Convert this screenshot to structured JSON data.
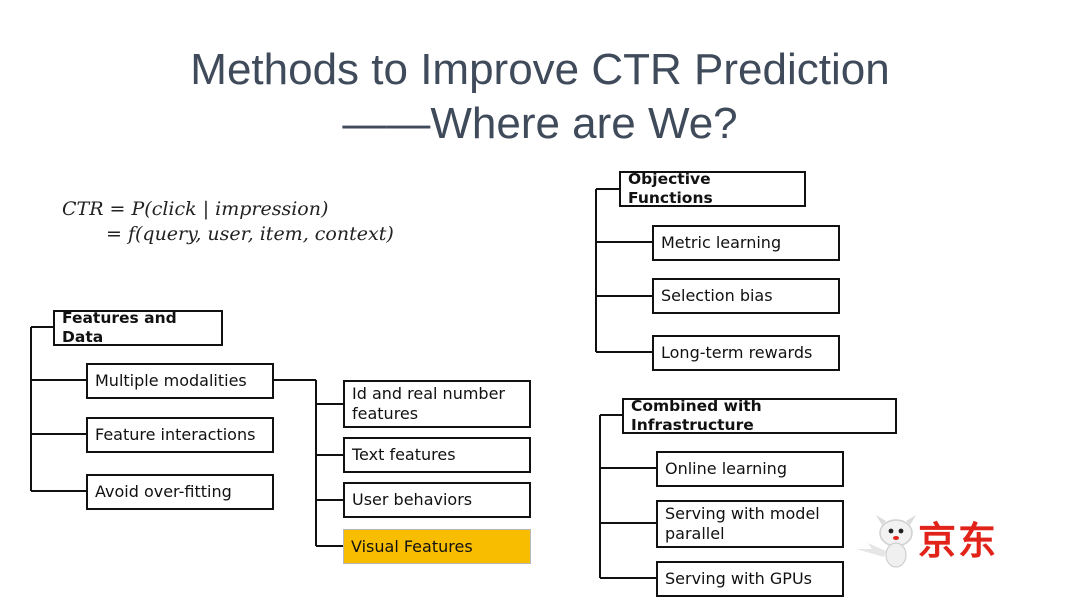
{
  "title": {
    "line1": "Methods to Improve CTR Prediction",
    "line2": "——Where are We?"
  },
  "formula": {
    "line1": "CTR = P(click | impression)",
    "line2": "= f(query, user, item, context)"
  },
  "features": {
    "header": "Features and Data",
    "items": [
      "Multiple modalities",
      "Feature interactions",
      "Avoid over-fitting"
    ],
    "modalities": [
      "Id and real number features",
      "Text features",
      "User behaviors",
      "Visual Features"
    ]
  },
  "objective": {
    "header": "Objective Functions",
    "items": [
      "Metric learning",
      "Selection bias",
      "Long-term rewards"
    ]
  },
  "infrastructure": {
    "header": "Combined with Infrastructure",
    "items": [
      "Online learning",
      "Serving with model parallel",
      "Serving with GPUs"
    ]
  },
  "logo": {
    "text": "京东"
  },
  "colors": {
    "title": "#3f4a5a",
    "highlight": "#f9bd00",
    "logo_red": "#e2231a"
  }
}
